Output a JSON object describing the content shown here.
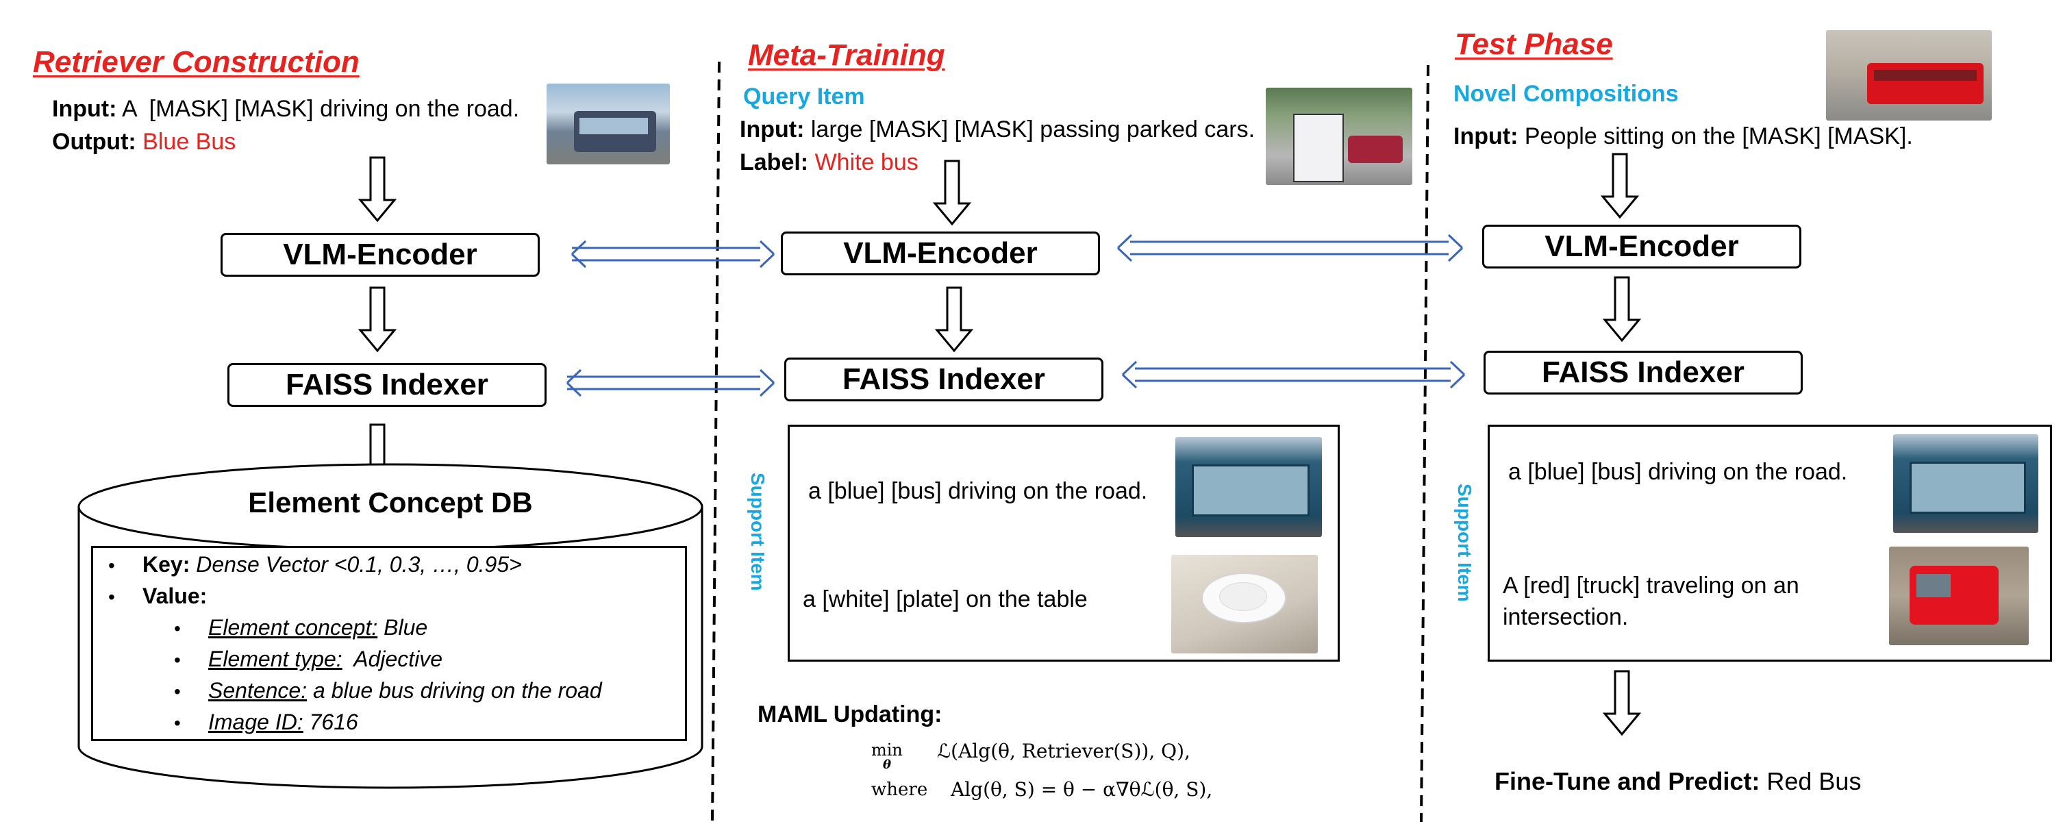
{
  "retriever": {
    "title": "Retriever Construction",
    "input_label": "Input:",
    "input_text": "A  [MASK] [MASK] driving on the road.",
    "output_label": "Output:",
    "output_value": "Blue Bus",
    "vlm": "VLM-Encoder",
    "faiss": "FAISS Indexer",
    "db_title": "Element Concept DB",
    "key_label": "Key:",
    "key_value": "Dense Vector <0.1, 0.3, …, 0.95>",
    "value_label": "Value:",
    "items": [
      {
        "label": "Element concept:",
        "value": "Blue"
      },
      {
        "label": "Element type:",
        "value": " Adjective"
      },
      {
        "label": "Sentence:",
        "value": "a blue bus driving on the road"
      },
      {
        "label": "Image ID:",
        "value": "7616"
      }
    ]
  },
  "meta": {
    "title": "Meta-Training",
    "query_title": "Query Item",
    "input_label": "Input:",
    "input_text": "large [MASK] [MASK] passing parked cars.",
    "label_label": "Label:",
    "label_value": "White bus",
    "vlm": "VLM-Encoder",
    "faiss": "FAISS Indexer",
    "support_label": "Support Item",
    "support_1": "a [blue] [bus] driving on the road.",
    "support_2": "a [white] [plate] on the table",
    "maml_title": "MAML Updating:",
    "eq1_op": "min",
    "eq1_sub": "θ",
    "eq1": "ℒ(Alg(θ, Retriever(S)), Q),",
    "eq2_where": "where",
    "eq2": "Alg(θ, S) = θ − α∇θℒ(θ, S),"
  },
  "test": {
    "title": "Test Phase",
    "novel_title": "Novel Compositions",
    "input_label": "Input:",
    "input_text": "People sitting on the [MASK] [MASK].",
    "vlm": "VLM-Encoder",
    "faiss": "FAISS Indexer",
    "support_label": "Support Item",
    "support_1": "a [blue] [bus] driving on the road.",
    "support_2a": "A [red] [truck] traveling on an",
    "support_2b": "intersection.",
    "predict_label": "Fine-Tune and Predict:",
    "predict_value": "Red Bus"
  },
  "colors": {
    "accent_red": "#e8231f",
    "accent_blue": "#18a8e0",
    "arrow_blue": "#3a66b8"
  }
}
